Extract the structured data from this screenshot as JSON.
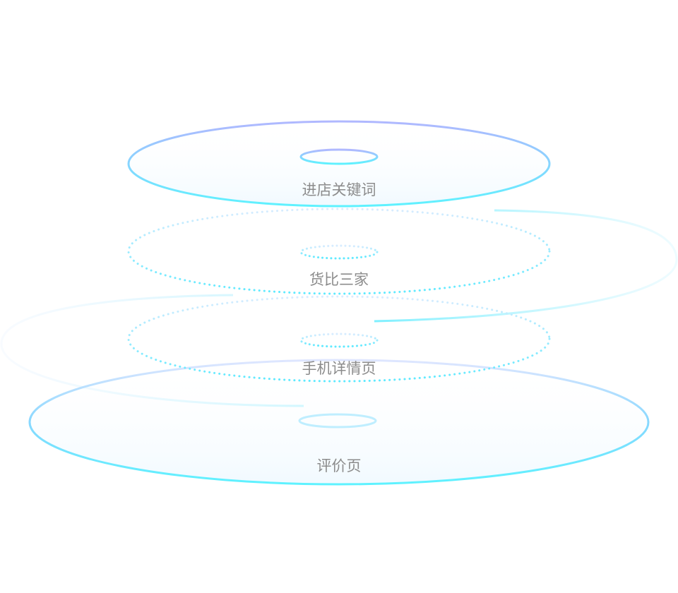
{
  "layers": [
    {
      "label": "进店关键词",
      "style": "solid"
    },
    {
      "label": "货比三家",
      "style": "dotted"
    },
    {
      "label": "手机详情页",
      "style": "dotted"
    },
    {
      "label": "评价页",
      "style": "solid"
    }
  ],
  "colors": {
    "cyan": "#5ef0ff",
    "blue": "#a9b8ff",
    "text": "#8c8c8c"
  }
}
